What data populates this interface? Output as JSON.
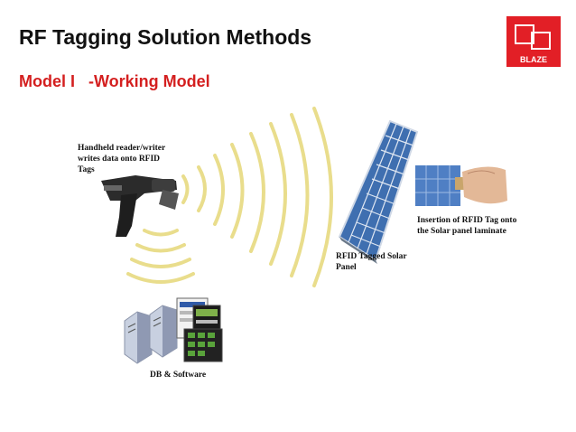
{
  "slide": {
    "title": "RF Tagging Solution Methods",
    "subtitle": "Model I   -Working Model",
    "logo_text": "BLAZE",
    "captions": {
      "reader": [
        "Handheld reader/writer",
        "writes data onto RFID",
        "Tags"
      ],
      "insertion": [
        "Insertion of RFID Tag onto",
        "the Solar panel laminate"
      ],
      "panel": [
        "RFID Tagged Solar",
        "Panel"
      ],
      "db": "DB & Software"
    }
  },
  "colors": {
    "title": "#111111",
    "subtitle": "#d41f1f",
    "logo_red": "#e21f26",
    "wave": "#e9dd8c",
    "panel_blue": "#3f6fb0"
  }
}
